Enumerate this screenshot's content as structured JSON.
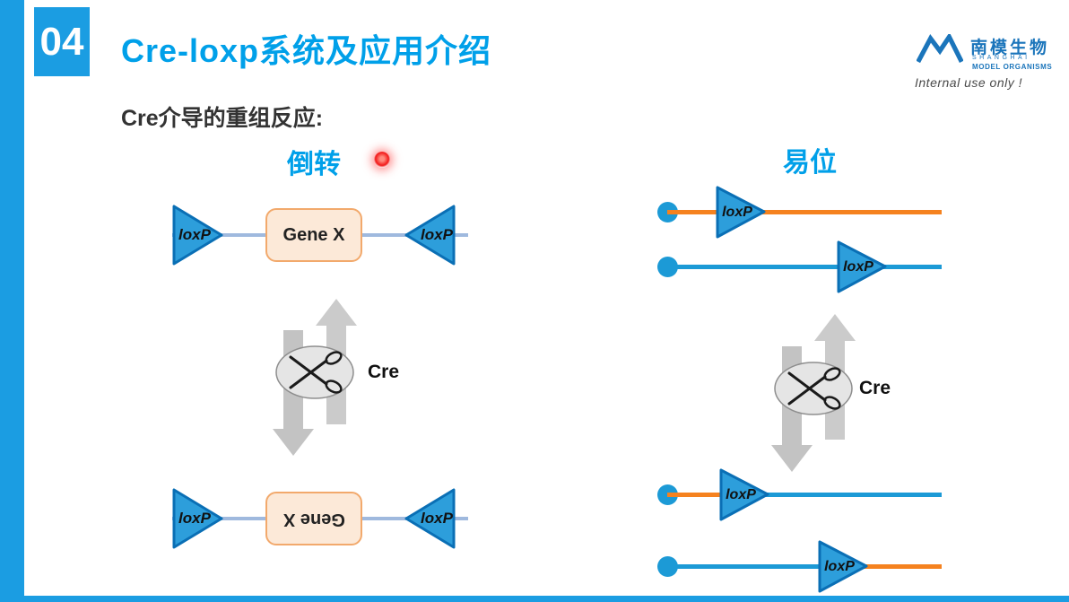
{
  "slide": {
    "number": "04",
    "title": "Cre-loxp系统及应用介绍",
    "subtitle": "Cre介导的重组反应:"
  },
  "logo": {
    "name_cn": "南模生物",
    "name_en_top": "SHANGHAI",
    "name_en_bottom": "MODEL ORGANISMS",
    "tagline": "Internal use only !"
  },
  "inversion": {
    "heading": "倒转",
    "enzyme": "Cre",
    "top": {
      "left_loxp": "loxP",
      "gene": "Gene X",
      "right_loxp": "loxP"
    },
    "bottom": {
      "left_loxp": "loxP",
      "gene": "Gene X",
      "right_loxp": "loxP"
    }
  },
  "translocation": {
    "heading": "易位",
    "enzyme": "Cre",
    "rows": [
      {
        "loxp": "loxP"
      },
      {
        "loxp": "loxP"
      },
      {
        "loxp": "loxP"
      },
      {
        "loxp": "loxP"
      }
    ]
  },
  "colors": {
    "accent_blue": "#00A0E9",
    "bar_blue": "#1B9DE2",
    "triangle_fill": "#2D9EDB",
    "triangle_stroke": "#0A6FB5",
    "line_blue": "#1C9AD6",
    "line_orange": "#F5821F",
    "pale_line": "#9FB9DE",
    "gene_fill": "#FCE9D8",
    "gene_border": "#F2A96C",
    "arrow_gray": "#CBCBCB",
    "laser_red": "#F21818",
    "logo_blue": "#1B75BB"
  }
}
